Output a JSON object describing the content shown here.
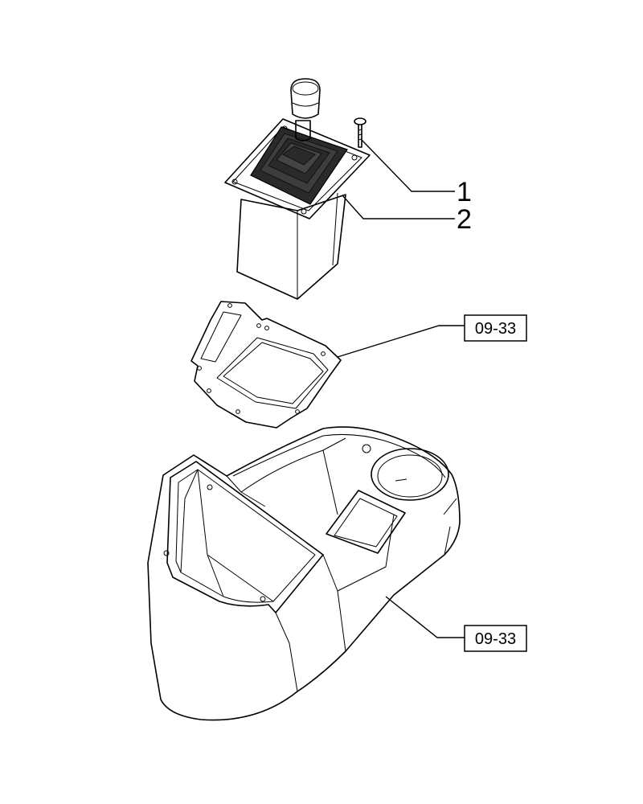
{
  "callouts": {
    "c1": "1",
    "c2": "2"
  },
  "references": {
    "ref_gasket": "09-33",
    "ref_console": "09-33"
  }
}
